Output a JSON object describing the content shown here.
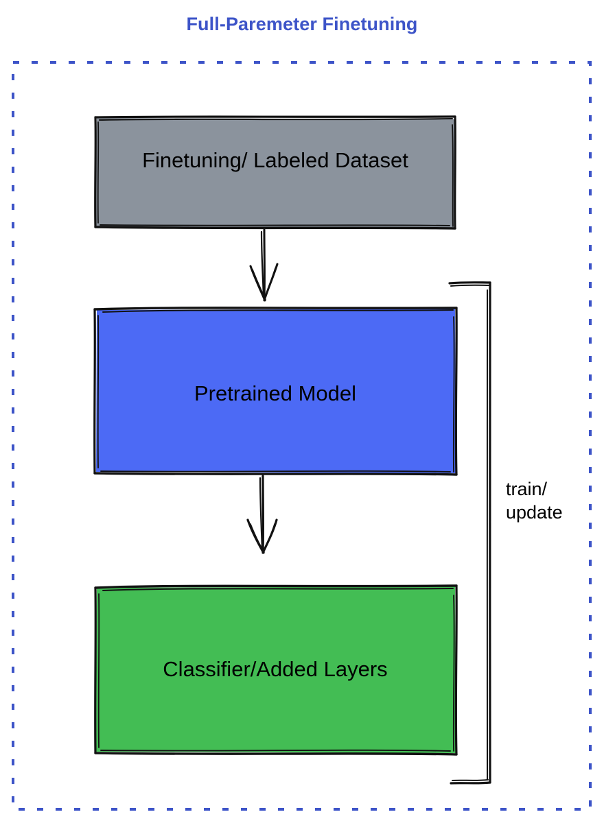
{
  "title": "Full-Paremeter Finetuning",
  "colors": {
    "title_text": "#3d54c8",
    "dashed_border": "#3d54c8",
    "stroke": "#121212",
    "dataset_fill": "#8b939d",
    "pretrained_fill": "#4c6af5",
    "classifier_fill": "#43bd54",
    "label_text": "#000000",
    "background": "#ffffff"
  },
  "frame": {
    "name": "dashed-container",
    "style": "dashed",
    "color": "#3d54c8"
  },
  "nodes": [
    {
      "id": "dataset",
      "label": "Finetuning/ Labeled Dataset",
      "fill": "#8b939d",
      "shape": "rectangle"
    },
    {
      "id": "pretrained",
      "label": "Pretrained Model",
      "fill": "#4c6af5",
      "shape": "rectangle"
    },
    {
      "id": "classifier",
      "label": "Classifier/Added Layers",
      "fill": "#43bd54",
      "shape": "rectangle"
    }
  ],
  "edges": [
    {
      "id": "dataset-to-pretrained",
      "from": "dataset",
      "to": "pretrained",
      "label": "",
      "arrow": "down"
    },
    {
      "id": "pretrained-to-classifier",
      "from": "pretrained",
      "to": "classifier",
      "label": "",
      "arrow": "down"
    },
    {
      "id": "classifier-to-pretrained-loop",
      "from": "classifier",
      "to": "pretrained",
      "label": "train/\nupdate",
      "arrow": "none"
    }
  ],
  "edge_labels": {
    "train_update": "train/\nupdate"
  }
}
